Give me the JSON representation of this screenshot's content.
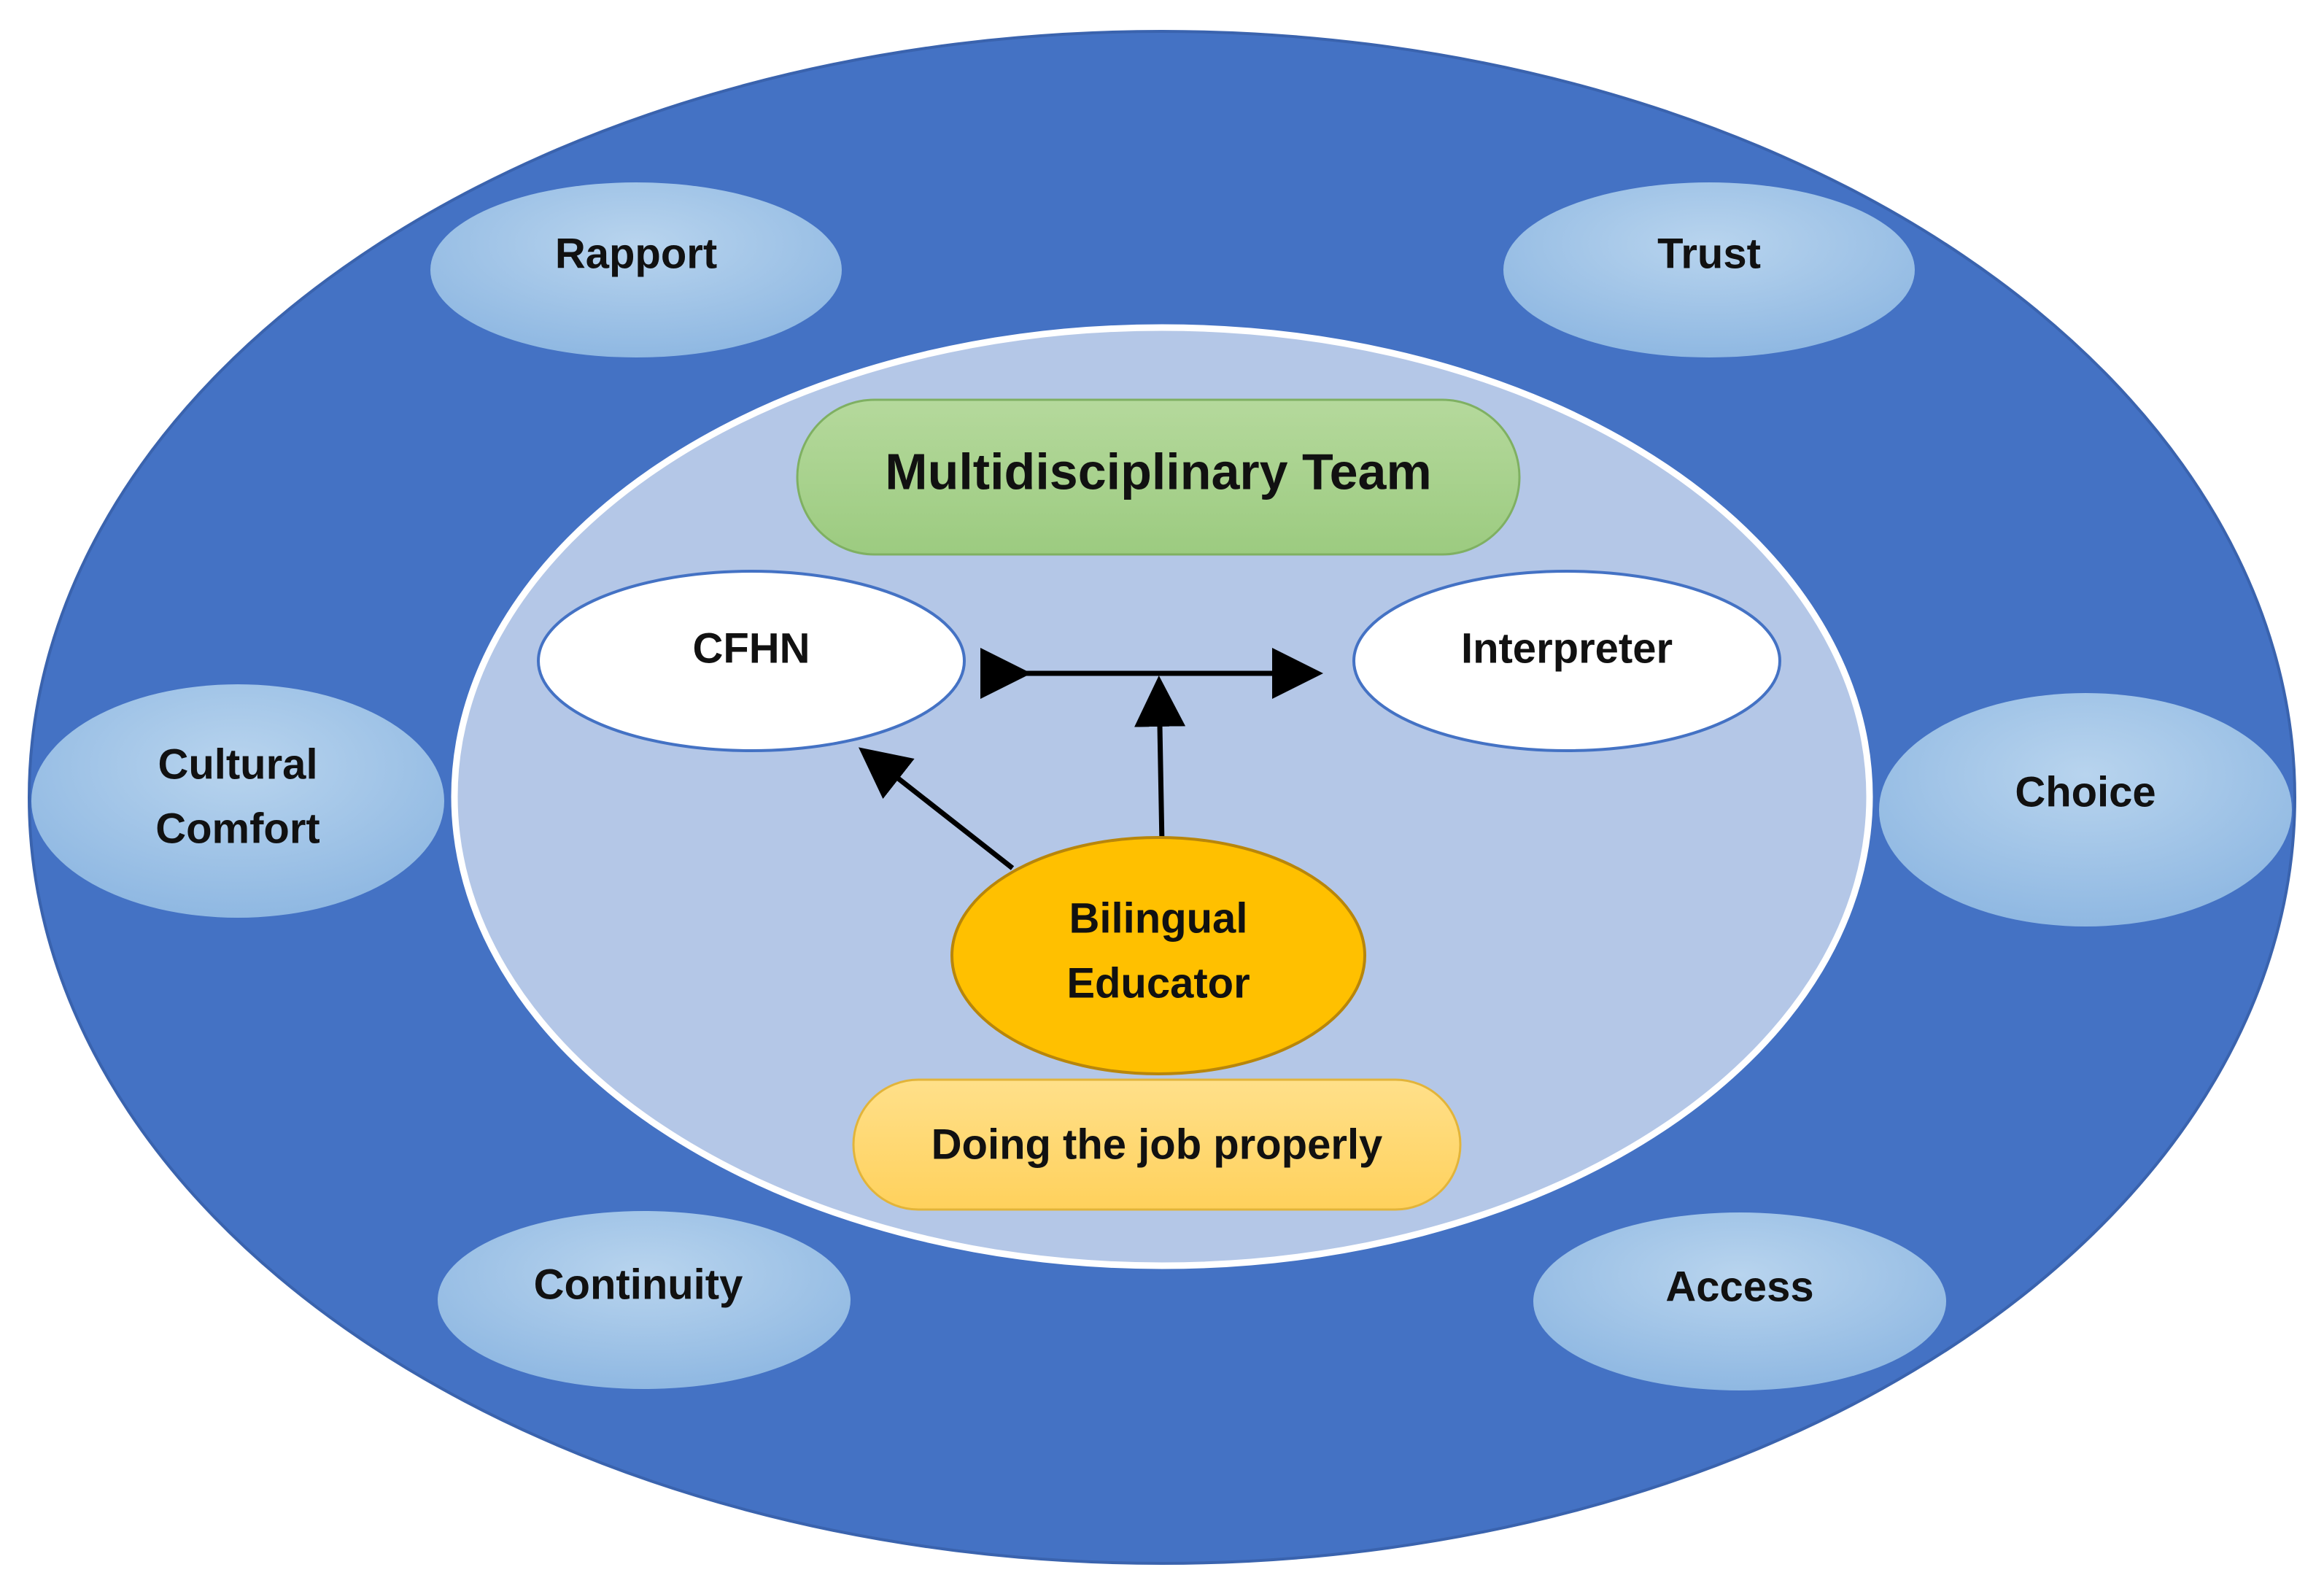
{
  "outer_values": {
    "rapport": "Rapport",
    "trust": "Trust",
    "cultural_comfort": [
      "Cultural",
      "Comfort"
    ],
    "choice": "Choice",
    "continuity": "Continuity",
    "access": "Access"
  },
  "team": {
    "title": "Multidisciplinary Team",
    "cfhn": "CFHN",
    "interpreter": "Interpreter",
    "bilingual_educator": [
      "Bilingual",
      "Educator"
    ],
    "doing_job": "Doing the job properly"
  },
  "colors": {
    "outer_ellipse": "#4472C4",
    "inner_ellipse": "#B4C7E7",
    "value_bubble": "#9DC3E6",
    "team_pill": "#A9D18E",
    "educator": "#FFC000",
    "doing_job_pill": "#FFD966",
    "white_node": "#FFFFFF",
    "arrow": "#000000"
  }
}
